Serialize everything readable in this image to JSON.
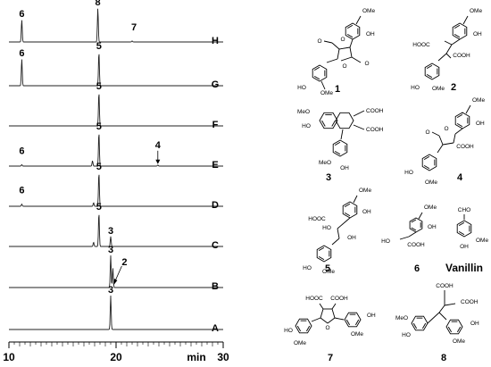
{
  "chart_data": {
    "type": "line",
    "x_range": [
      10,
      30
    ],
    "x_ticks": [
      "10",
      "20",
      "30"
    ],
    "x_unit": "min",
    "traces": [
      {
        "label": "H",
        "peaks": [
          {
            "x": 11.2,
            "h": 0.62,
            "label": "6"
          },
          {
            "x": 18.3,
            "h": 0.95,
            "label": "8"
          },
          {
            "x": 21.5,
            "h": 0.03,
            "label": "7"
          }
        ]
      },
      {
        "label": "G",
        "peaks": [
          {
            "x": 11.2,
            "h": 0.75,
            "label": "6"
          },
          {
            "x": 18.4,
            "h": 0.95,
            "label": "5"
          }
        ]
      },
      {
        "label": "F",
        "peaks": [
          {
            "x": 18.4,
            "h": 0.95,
            "label": "5"
          }
        ]
      },
      {
        "label": "E",
        "peaks": [
          {
            "x": 11.2,
            "h": 0.04,
            "label": "6"
          },
          {
            "x": 18.4,
            "h": 0.95,
            "label": "5"
          },
          {
            "x": 17.8,
            "h": 0.15,
            "label": ""
          },
          {
            "x": 23.9,
            "h": 0.03,
            "label": "4",
            "arrow": true
          }
        ]
      },
      {
        "label": "D",
        "peaks": [
          {
            "x": 11.2,
            "h": 0.06,
            "label": "6"
          },
          {
            "x": 18.4,
            "h": 0.95,
            "label": "5"
          },
          {
            "x": 17.9,
            "h": 0.1,
            "label": ""
          }
        ]
      },
      {
        "label": "C",
        "peaks": [
          {
            "x": 18.4,
            "h": 0.95,
            "label": "5"
          },
          {
            "x": 19.5,
            "h": 0.28,
            "label": "3"
          },
          {
            "x": 17.9,
            "h": 0.12,
            "label": ""
          }
        ]
      },
      {
        "label": "B",
        "peaks": [
          {
            "x": 19.5,
            "h": 0.9,
            "label": "3"
          },
          {
            "x": 19.7,
            "h": 0.55,
            "label": "2",
            "arrow": true
          }
        ]
      },
      {
        "label": "A",
        "peaks": [
          {
            "x": 19.5,
            "h": 0.95,
            "label": "3"
          }
        ]
      }
    ]
  },
  "compounds": [
    {
      "id": "1",
      "label": "1",
      "smiles": "bislactone"
    },
    {
      "id": "2",
      "label": "2",
      "smiles": "diacid"
    },
    {
      "id": "3",
      "label": "3",
      "smiles": "aryltetralin"
    },
    {
      "id": "4",
      "label": "4",
      "smiles": "lactone-acid"
    },
    {
      "id": "5",
      "label": "5",
      "smiles": "ring-opened"
    },
    {
      "id": "6",
      "label": "6",
      "smiles": "ferulic-diacid"
    },
    {
      "id": "vanillin",
      "label": "Vanillin",
      "smiles": "vanillin"
    },
    {
      "id": "7",
      "label": "7",
      "smiles": "tetrahydrofuran"
    },
    {
      "id": "8",
      "label": "8",
      "smiles": "diarylbutane"
    }
  ],
  "atoms": {
    "OMe": "OMe",
    "OH": "OH",
    "HO": "HO",
    "O": "O",
    "MeO": "MeO",
    "COOH": "COOH",
    "HOOC": "HOOC",
    "CHO": "CHO"
  }
}
